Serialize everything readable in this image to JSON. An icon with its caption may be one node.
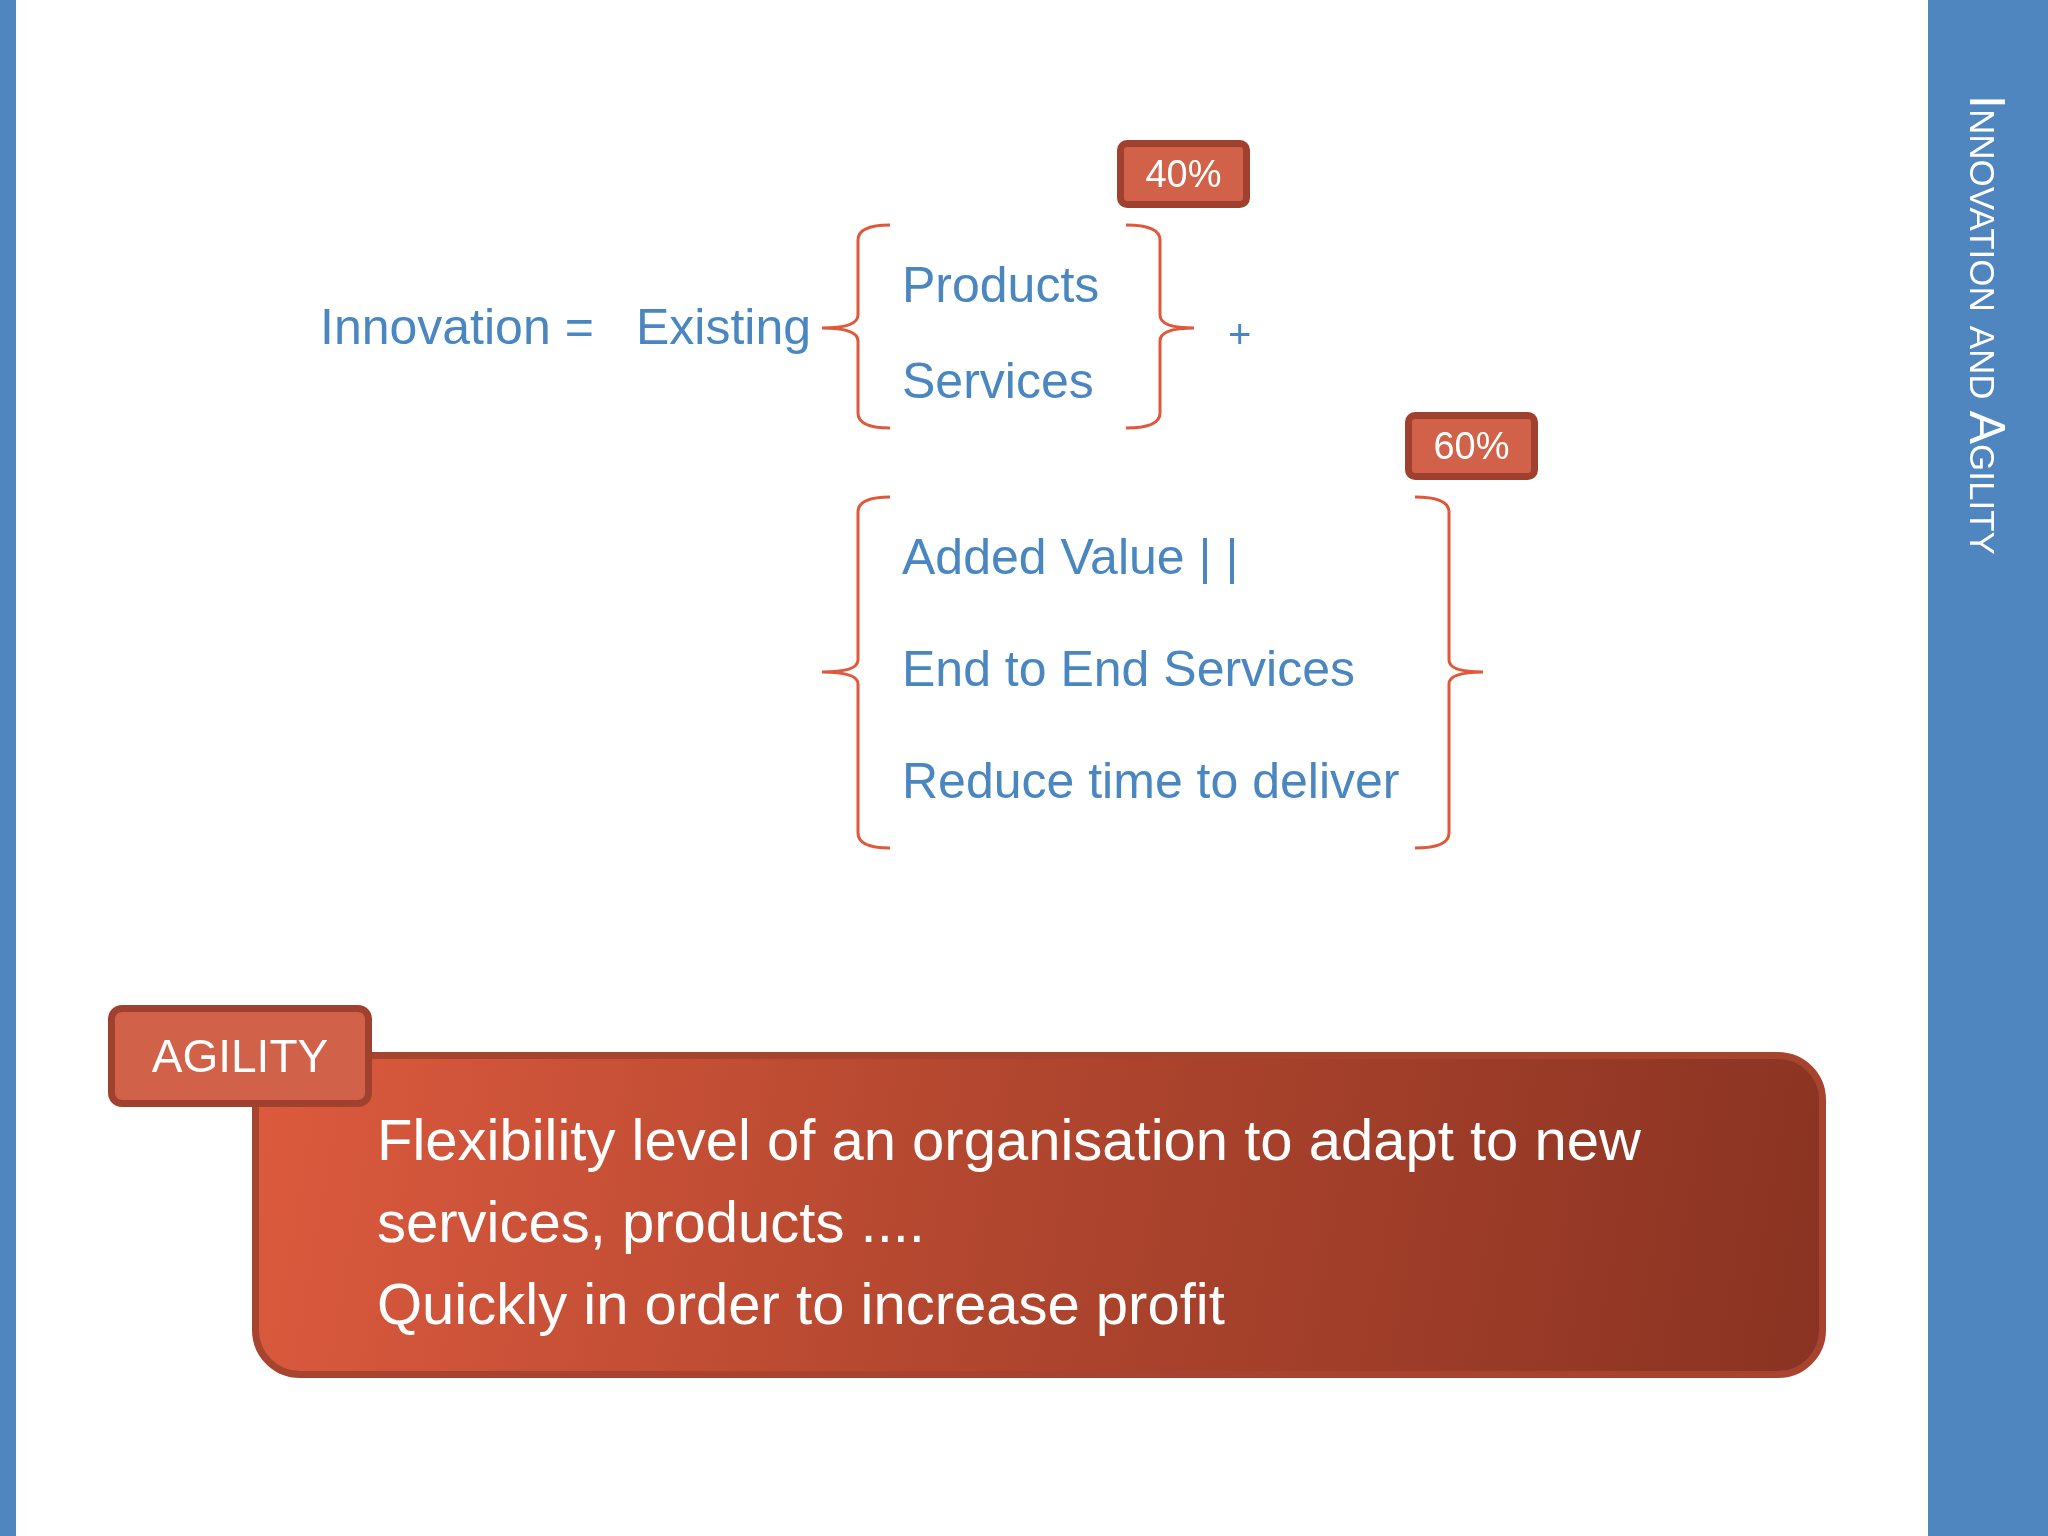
{
  "diagram": {
    "title": "Innovation and Agility",
    "nodes": [
      {
        "text": [
          "40%"
        ]
      },
      {
        "text": [
          "60%"
        ]
      },
      {
        "text": [
          "AGILITY"
        ]
      },
      {
        "text": [
          "Flexibility level of an organisation to adapt to new services, products ....",
          "Quickly in order to increase profit"
        ]
      }
    ],
    "labels": [
      "Innovation =",
      "Existing",
      "Products",
      "Services",
      "+",
      "Added Value | |",
      "End to End Services",
      "Reduce time to deliver"
    ]
  }
}
